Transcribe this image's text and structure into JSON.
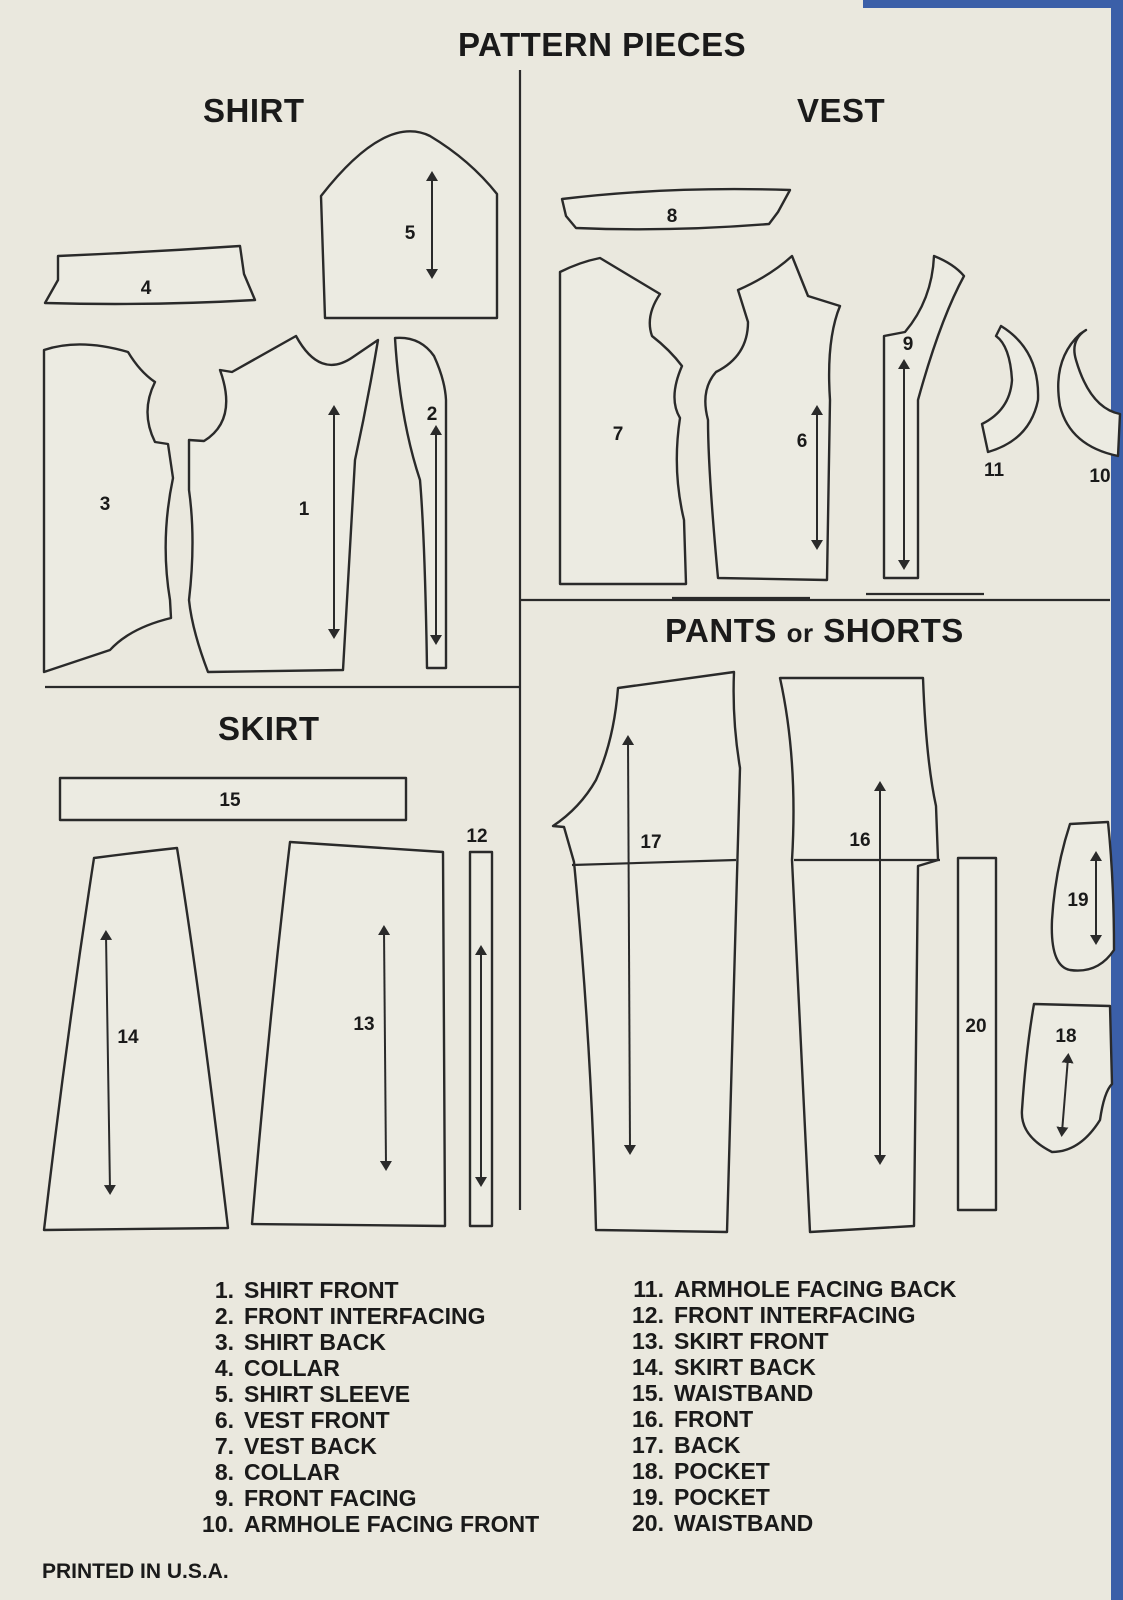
{
  "title": "PATTERN PIECES",
  "sections": {
    "shirt": "SHIRT",
    "vest": "VEST",
    "skirt": "SKIRT",
    "pants_main": "PANTS",
    "pants_or": "or",
    "pants_shorts": "SHORTS"
  },
  "piece_numbers": {
    "p1": "1",
    "p2": "2",
    "p3": "3",
    "p4": "4",
    "p5": "5",
    "p6": "6",
    "p7": "7",
    "p8": "8",
    "p9": "9",
    "p10": "10",
    "p11": "11",
    "p12": "12",
    "p13": "13",
    "p14": "14",
    "p15": "15",
    "p16": "16",
    "p17": "17",
    "p18": "18",
    "p19": "19",
    "p20": "20"
  },
  "legend": [
    {
      "num": "1.",
      "name": "SHIRT FRONT"
    },
    {
      "num": "2.",
      "name": "FRONT INTERFACING"
    },
    {
      "num": "3.",
      "name": "SHIRT BACK"
    },
    {
      "num": "4.",
      "name": "COLLAR"
    },
    {
      "num": "5.",
      "name": "SHIRT SLEEVE"
    },
    {
      "num": "6.",
      "name": "VEST FRONT"
    },
    {
      "num": "7.",
      "name": "VEST BACK"
    },
    {
      "num": "8.",
      "name": "COLLAR"
    },
    {
      "num": "9.",
      "name": "FRONT FACING"
    },
    {
      "num": "10.",
      "name": "ARMHOLE FACING FRONT"
    },
    {
      "num": "11.",
      "name": "ARMHOLE FACING BACK"
    },
    {
      "num": "12.",
      "name": "FRONT INTERFACING"
    },
    {
      "num": "13.",
      "name": "SKIRT FRONT"
    },
    {
      "num": "14.",
      "name": "SKIRT BACK"
    },
    {
      "num": "15.",
      "name": "WAISTBAND"
    },
    {
      "num": "16.",
      "name": "FRONT"
    },
    {
      "num": "17.",
      "name": "BACK"
    },
    {
      "num": "18.",
      "name": "POCKET"
    },
    {
      "num": "19.",
      "name": "POCKET"
    },
    {
      "num": "20.",
      "name": "WAISTBAND"
    }
  ],
  "footer": "PRINTED IN U.S.A.",
  "colors": {
    "paper": "#eae8de",
    "ink": "#1a1a1a",
    "edge": "#3b5fa8"
  }
}
